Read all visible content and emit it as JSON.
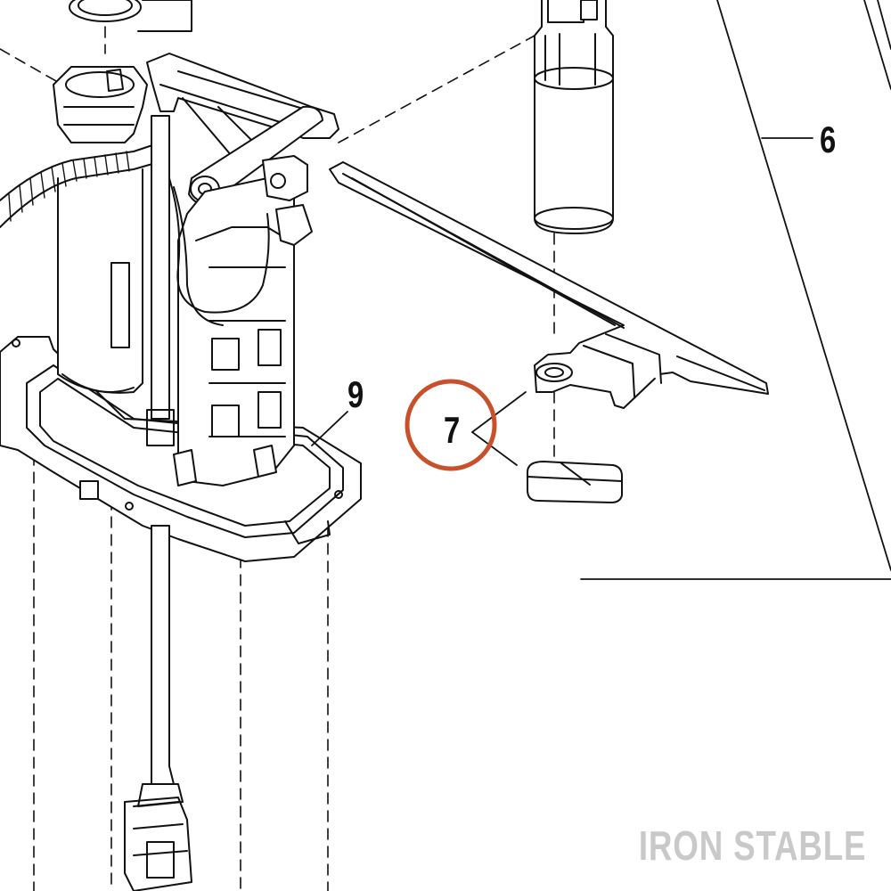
{
  "callouts": {
    "item_6": "6",
    "item_7": "7",
    "item_9": "9"
  },
  "highlight_color": "#c8502a",
  "watermark": "IRON STABLE"
}
